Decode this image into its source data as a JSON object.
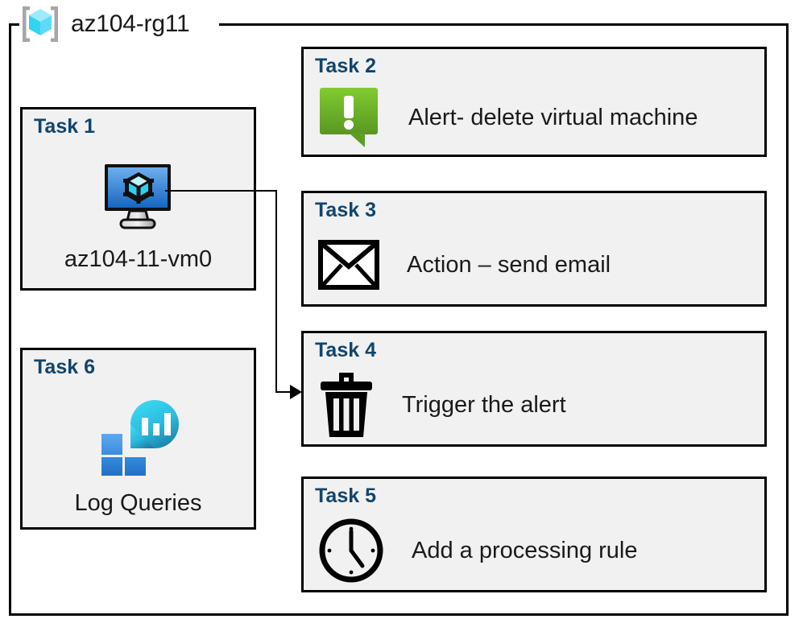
{
  "resource_group": {
    "name": "az104-rg11",
    "icon": "azure-resource-group-cube-icon"
  },
  "colors": {
    "task_heading": "#10456F",
    "card_fill": "#F1F1F1",
    "card_border": "#000000",
    "alert_green_light": "#7CC82F",
    "alert_green_dark": "#599622",
    "vm_blue_light": "#5AA0E8",
    "vm_blue_dark": "#1668C4",
    "log_square_light": "#4E9BE8",
    "log_square_dark": "#2B7CD3",
    "log_blob_light": "#32CDE8",
    "log_blob_dark": "#1C7FA8",
    "connector": "#000000",
    "page_background": "#FFFFFF"
  },
  "cards": [
    {
      "id": "task-1",
      "title": "Task 1",
      "label": "az104-11-vm0",
      "icon": "virtual-machine-monitor-icon",
      "column": "left"
    },
    {
      "id": "task-2",
      "title": "Task 2",
      "label": "Alert- delete virtual machine",
      "icon": "alert-callout-exclamation-icon",
      "column": "right"
    },
    {
      "id": "task-3",
      "title": "Task 3",
      "label": "Action – send email",
      "icon": "envelope-icon",
      "column": "right"
    },
    {
      "id": "task-4",
      "title": "Task 4",
      "label": "Trigger the alert",
      "icon": "trash-can-icon",
      "column": "right"
    },
    {
      "id": "task-5",
      "title": "Task 5",
      "label": "Add a processing rule",
      "icon": "clock-icon",
      "column": "right"
    },
    {
      "id": "task-6",
      "title": "Task 6",
      "label": "Log Queries",
      "icon": "log-analytics-icon",
      "column": "left"
    }
  ],
  "connector": {
    "from": "task-1-vm-icon",
    "to": "task-4-card",
    "style": "elbow-with-arrowhead"
  }
}
